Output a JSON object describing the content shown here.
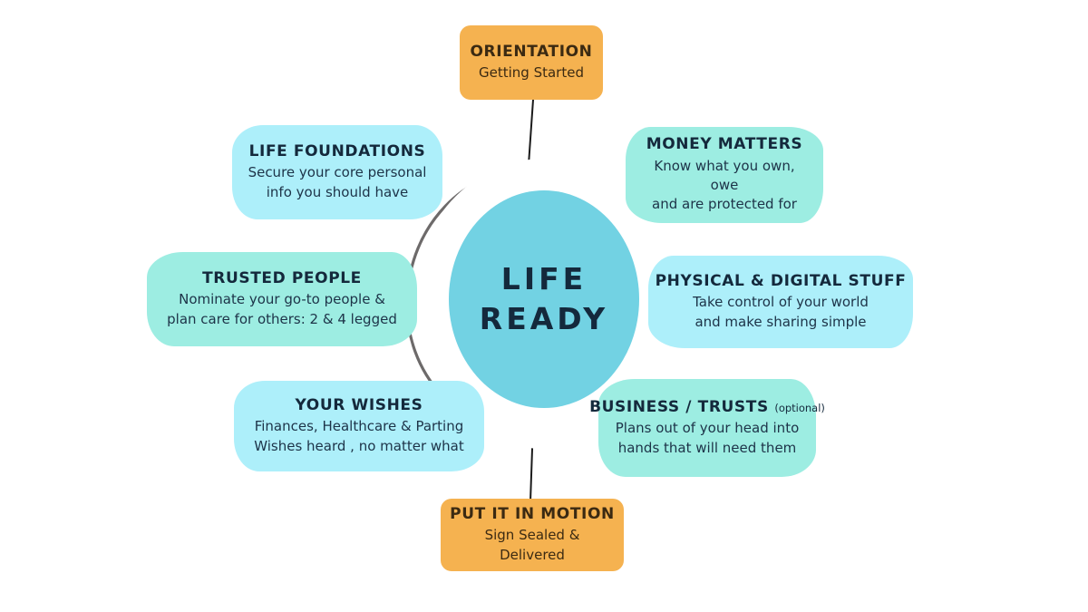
{
  "diagram": {
    "center": {
      "line1": "LIFE",
      "line2": "READY",
      "fill": "#72d2e3",
      "text_color": "#14293c"
    },
    "colors": {
      "sky": "#adeffa",
      "mint": "#9dede2",
      "orange": "#f5b250",
      "ring": "#6d6a6a",
      "connector": "#1b1b1b",
      "background": "#ffffff"
    },
    "nodes": [
      {
        "id": "orientation",
        "title": "ORIENTATION",
        "subtitle": "Getting Started",
        "color": "orange",
        "position": "top"
      },
      {
        "id": "life-foundations",
        "title": "LIFE FOUNDATIONS",
        "sub_line1": "Secure your core personal",
        "sub_line2": "info you should have",
        "color": "sky",
        "position": "upper-left"
      },
      {
        "id": "money-matters",
        "title": "MONEY MATTERS",
        "sub_line1": "Know what you own, owe",
        "sub_line2": "and are protected for",
        "color": "mint",
        "position": "upper-right"
      },
      {
        "id": "trusted-people",
        "title": "TRUSTED PEOPLE",
        "sub_line1": "Nominate your go-to people &",
        "sub_line2": "plan care for others: 2 & 4 legged",
        "color": "mint",
        "position": "left"
      },
      {
        "id": "physical-digital-stuff",
        "title": "PHYSICAL & DIGITAL STUFF",
        "sub_line1": "Take control of your world",
        "sub_line2": "and make sharing simple",
        "color": "sky",
        "position": "right"
      },
      {
        "id": "your-wishes",
        "title": "YOUR WISHES",
        "sub_line1": "Finances, Healthcare & Parting",
        "sub_line2": "Wishes heard , no matter what",
        "color": "sky",
        "position": "lower-left"
      },
      {
        "id": "business-trusts",
        "title": "BUSINESS / TRUSTS",
        "title_note": "(optional)",
        "sub_line1": "Plans out of your head into",
        "sub_line2": "hands that will need them",
        "color": "mint",
        "position": "lower-right"
      },
      {
        "id": "put-it-in-motion",
        "title": "PUT IT IN MOTION",
        "subtitle": "Sign Sealed & Delivered",
        "color": "orange",
        "position": "bottom"
      }
    ]
  }
}
